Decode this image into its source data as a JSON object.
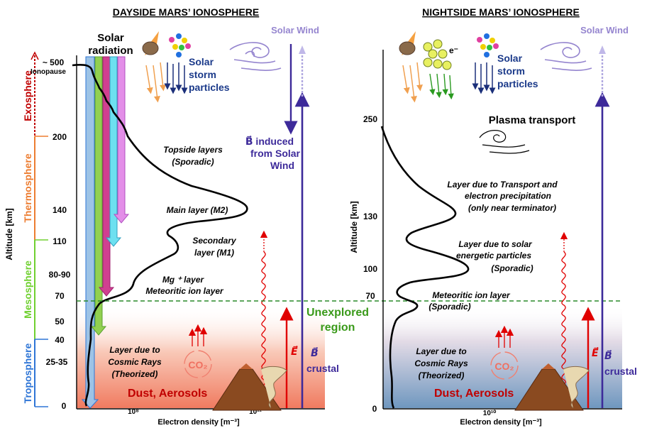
{
  "dayside": {
    "title": "DAYSIDE MARS’ IONOSPHERE",
    "y_axis_label": "Altitude [km]",
    "x_axis_label": "Electron density [m⁻³]",
    "x_ticks": [
      "10⁸",
      "10¹¹"
    ],
    "alt_ticks": [
      "~ 500",
      "200",
      "140",
      "110",
      "80-90",
      "70",
      "50",
      "40",
      "25-35",
      "0"
    ],
    "ionopause": "Ionopause",
    "spheres": [
      "Exosphere",
      "Thermosphere",
      "Mesosphere",
      "Troposphere"
    ],
    "solar_radiation": [
      "Solar",
      "radiation"
    ],
    "solar_wind": "Solar Wind",
    "solar_storm": [
      "Solar",
      "storm",
      "particles"
    ],
    "b_induced": [
      "B⃗ induced",
      "from Solar",
      "Wind"
    ],
    "layers": {
      "topside": [
        "Topside layers",
        "(Sporadic)"
      ],
      "main": "Main layer (M2)",
      "secondary": [
        "Secondary",
        "layer (M1)"
      ],
      "mg": [
        "Mg ⁺ layer",
        "Meteoritic ion layer"
      ],
      "cosmic": [
        "Layer due to",
        "Cosmic Rays",
        "(Theorized)"
      ]
    },
    "dust": "Dust, Aerosols",
    "co2": "CO₂",
    "e_field": "E⃗",
    "b_field": "B⃗",
    "crustal": "crustal"
  },
  "unexplored": [
    "Unexplored",
    "region"
  ],
  "nightside": {
    "title": "NIGHTSIDE MARS’ IONOSPHERE",
    "y_axis_label": "Altitude [km]",
    "x_axis_label": "Electron density [m⁻³]",
    "x_ticks": [
      "10¹⁰"
    ],
    "alt_ticks": [
      "250",
      "130",
      "100",
      "70",
      "0"
    ],
    "solar_wind": "Solar Wind",
    "electron": "e⁻",
    "solar_storm": [
      "Solar",
      "storm",
      "particles"
    ],
    "plasma": "Plasma transport",
    "layers": {
      "transport": [
        "Layer due to Transport and",
        "electron precipitation",
        "(only near terminator)"
      ],
      "energetic": [
        "Layer due to solar",
        "energetic particles",
        "(Sporadic)"
      ],
      "meteoritic": [
        "Meteoritic ion layer",
        "(Sporadic)"
      ],
      "cosmic": [
        "Layer due to",
        "Cosmic Rays",
        "(Theorized)"
      ]
    },
    "dust": "Dust, Aerosols",
    "co2": "CO₂",
    "e_field": "E⃗",
    "b_field": "B⃗",
    "crustal": "crustal"
  },
  "colors": {
    "exosphere": "#c00000",
    "thermosphere": "#ed7d31",
    "mesosphere": "#70d030",
    "troposphere": "#2e75d6",
    "unexplored": "#3a9a1a",
    "b_field": "#3d2a9a",
    "solar_wind": "#9585cf",
    "e_field": "#e00000",
    "dust": "#c00000"
  }
}
